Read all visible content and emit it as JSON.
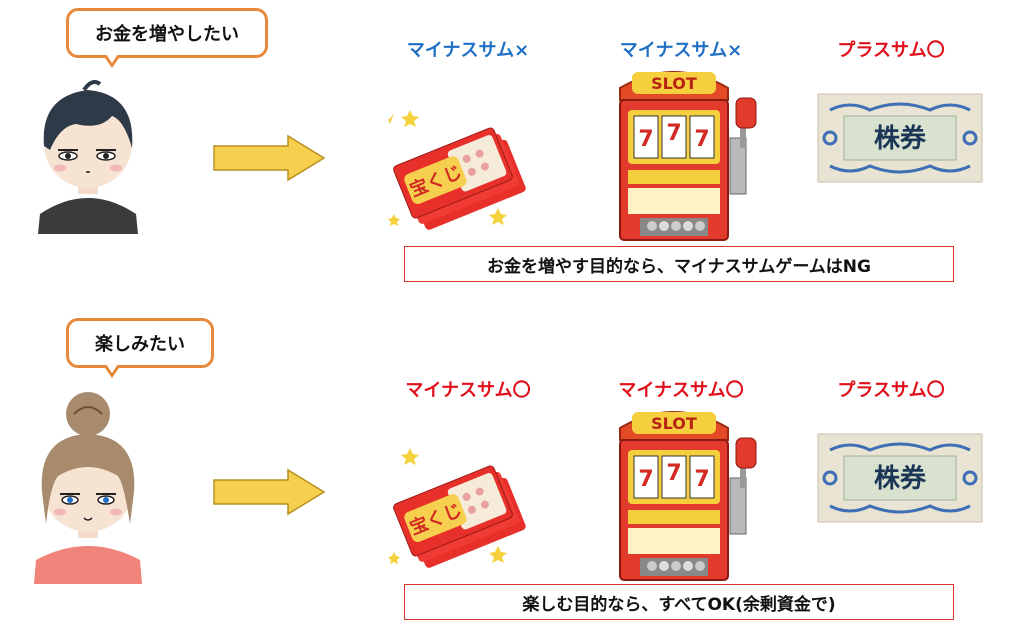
{
  "rows": [
    {
      "speech": "お金を増やしたい",
      "labels": [
        "マイナスサム×",
        "マイナスサム×",
        "プラスサム〇"
      ],
      "lottery_text": "宝くじ",
      "slot_text": "SLOT",
      "stock_text": "株券",
      "note": "お金を増やす目的なら、マイナスサムゲームはNG"
    },
    {
      "speech": "楽しみたい",
      "labels": [
        "マイナスサム〇",
        "マイナスサム〇",
        "プラスサム〇"
      ],
      "lottery_text": "宝くじ",
      "slot_text": "SLOT",
      "stock_text": "株券",
      "note": "楽しむ目的なら、すべてOK(余剰資金で)"
    }
  ],
  "colors": {
    "minus_label": "#1f6fc5",
    "plus_label": "#e0101a",
    "bubble_border": "#e8883a",
    "note_border": "#d9362b",
    "arrow_fill": "#f7cf4f"
  }
}
